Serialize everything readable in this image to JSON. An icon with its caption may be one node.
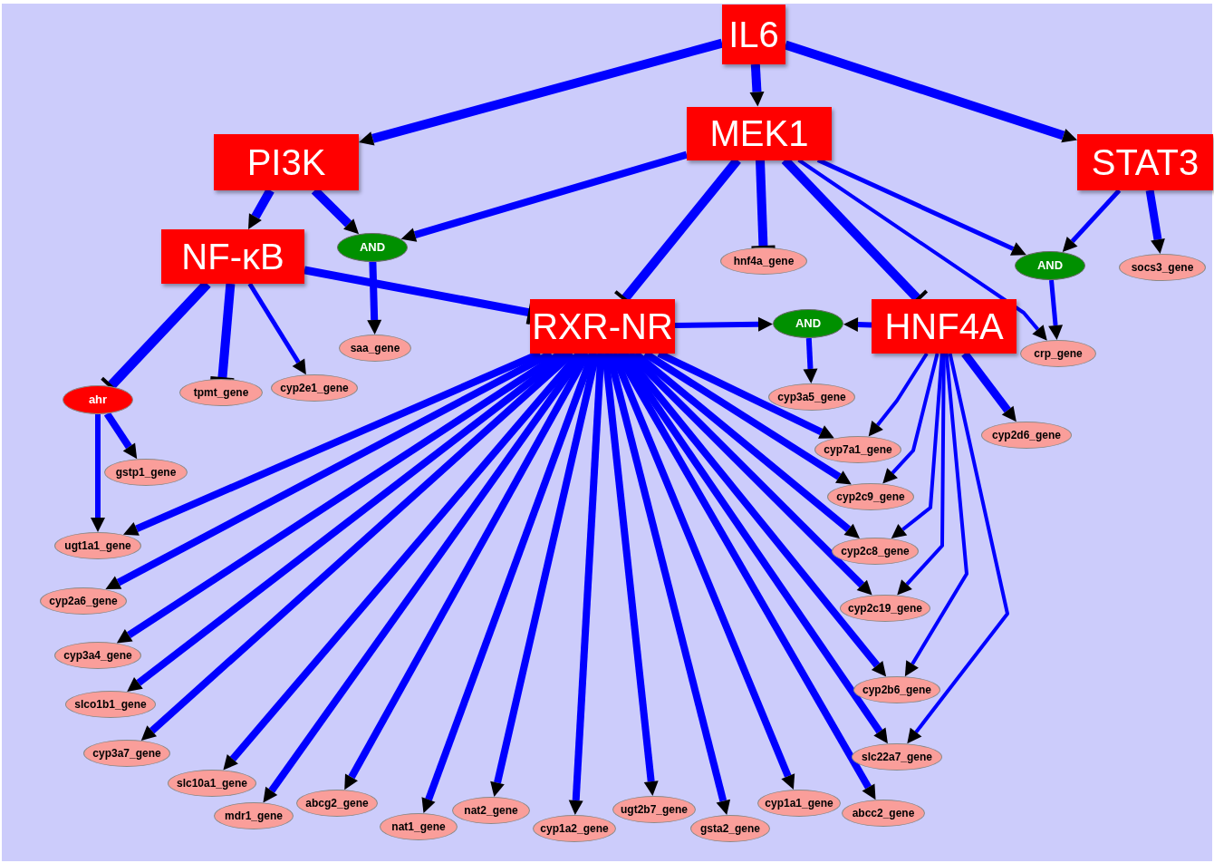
{
  "diagram": {
    "nodes": [
      {
        "text": [
          "IL6"
        ]
      },
      {
        "text": [
          "MEK1"
        ]
      },
      {
        "text": [
          "PI3K"
        ]
      },
      {
        "text": [
          "STAT3"
        ]
      },
      {
        "text": [
          "NF-κB"
        ]
      },
      {
        "text": [
          "AND"
        ]
      },
      {
        "text": [
          "hnf4a_gene"
        ]
      },
      {
        "text": [
          "AND"
        ]
      },
      {
        "text": [
          "socs3_gene"
        ]
      },
      {
        "text": [
          "RXR-NR"
        ]
      },
      {
        "text": [
          "AND"
        ]
      },
      {
        "text": [
          "HNF4A"
        ]
      },
      {
        "text": [
          "saa_gene"
        ]
      },
      {
        "text": [
          "crp_gene"
        ]
      },
      {
        "text": [
          "ahr"
        ]
      },
      {
        "text": [
          "tpmt_gene"
        ]
      },
      {
        "text": [
          "cyp2e1_gene"
        ]
      },
      {
        "text": [
          "cyp3a5_gene"
        ]
      },
      {
        "text": [
          "cyp2d6_gene"
        ]
      },
      {
        "text": [
          "gstp1_gene"
        ]
      },
      {
        "text": [
          "cyp7a1_gene"
        ]
      },
      {
        "text": [
          "cyp2c9_gene"
        ]
      },
      {
        "text": [
          "ugt1a1_gene"
        ]
      },
      {
        "text": [
          "cyp2c8_gene"
        ]
      },
      {
        "text": [
          "cyp2a6_gene"
        ]
      },
      {
        "text": [
          "cyp2c19_gene"
        ]
      },
      {
        "text": [
          "cyp3a4_gene"
        ]
      },
      {
        "text": [
          "slco1b1_gene"
        ]
      },
      {
        "text": [
          "cyp2b6_gene"
        ]
      },
      {
        "text": [
          "cyp3a7_gene"
        ]
      },
      {
        "text": [
          "slc22a7_gene"
        ]
      },
      {
        "text": [
          "slc10a1_gene"
        ]
      },
      {
        "text": [
          "mdr1_gene"
        ]
      },
      {
        "text": [
          "abcg2_gene"
        ]
      },
      {
        "text": [
          "nat1_gene"
        ]
      },
      {
        "text": [
          "nat2_gene"
        ]
      },
      {
        "text": [
          "cyp1a2_gene"
        ]
      },
      {
        "text": [
          "ugt2b7_gene"
        ]
      },
      {
        "text": [
          "gsta2_gene"
        ]
      },
      {
        "text": [
          "cyp1a1_gene"
        ]
      },
      {
        "text": [
          "abcc2_gene"
        ]
      }
    ],
    "edges": [
      {
        "from": 0,
        "to": 2,
        "arrow": "to"
      },
      {
        "from": 0,
        "to": 1,
        "arrow": "to"
      },
      {
        "from": 0,
        "to": 3,
        "arrow": "to"
      },
      {
        "from": 1,
        "to": 5,
        "arrow": "to"
      },
      {
        "from": 1,
        "to": 9,
        "arrow": "other"
      },
      {
        "from": 1,
        "to": 6,
        "arrow": "other"
      },
      {
        "from": 1,
        "to": 11,
        "arrow": "other"
      },
      {
        "from": 1,
        "to": 7,
        "arrow": "to"
      },
      {
        "from": 1,
        "to": 13,
        "arrow": "to"
      },
      {
        "from": 2,
        "to": 4,
        "arrow": "to"
      },
      {
        "from": 2,
        "to": 5,
        "arrow": "to"
      },
      {
        "from": 3,
        "to": 7,
        "arrow": "to"
      },
      {
        "from": 3,
        "to": 8,
        "arrow": "to"
      },
      {
        "from": 4,
        "to": 9,
        "arrow": "other"
      },
      {
        "from": 4,
        "to": 14,
        "arrow": "other"
      },
      {
        "from": 4,
        "to": 15,
        "arrow": "other"
      },
      {
        "from": 4,
        "to": 16,
        "arrow": "to"
      },
      {
        "from": 5,
        "to": 12,
        "arrow": "to"
      },
      {
        "from": 7,
        "to": 13,
        "arrow": "to"
      },
      {
        "from": 9,
        "to": 10,
        "arrow": "to"
      },
      {
        "from": 11,
        "to": 10,
        "arrow": "to"
      },
      {
        "from": 10,
        "to": 17,
        "arrow": "to"
      },
      {
        "from": 11,
        "to": 18,
        "arrow": "to"
      },
      {
        "from": 11,
        "to": 20,
        "arrow": "to"
      },
      {
        "from": 11,
        "to": 21,
        "arrow": "to"
      },
      {
        "from": 11,
        "to": 23,
        "arrow": "to"
      },
      {
        "from": 11,
        "to": 25,
        "arrow": "to"
      },
      {
        "from": 11,
        "to": 28,
        "arrow": "to"
      },
      {
        "from": 11,
        "to": 30,
        "arrow": "to"
      },
      {
        "from": 14,
        "to": 19,
        "arrow": "to"
      },
      {
        "from": 14,
        "to": 22,
        "arrow": "to"
      },
      {
        "from": 9,
        "to": 22,
        "arrow": "to"
      },
      {
        "from": 9,
        "to": 24,
        "arrow": "to"
      },
      {
        "from": 9,
        "to": 26,
        "arrow": "to"
      },
      {
        "from": 9,
        "to": 27,
        "arrow": "to"
      },
      {
        "from": 9,
        "to": 29,
        "arrow": "to"
      },
      {
        "from": 9,
        "to": 31,
        "arrow": "to"
      },
      {
        "from": 9,
        "to": 32,
        "arrow": "to"
      },
      {
        "from": 9,
        "to": 33,
        "arrow": "to"
      },
      {
        "from": 9,
        "to": 34,
        "arrow": "to"
      },
      {
        "from": 9,
        "to": 35,
        "arrow": "to"
      },
      {
        "from": 9,
        "to": 36,
        "arrow": "to"
      },
      {
        "from": 9,
        "to": 37,
        "arrow": "to"
      },
      {
        "from": 9,
        "to": 38,
        "arrow": "to"
      },
      {
        "from": 9,
        "to": 39,
        "arrow": "to"
      },
      {
        "from": 9,
        "to": 40,
        "arrow": "to"
      },
      {
        "from": 9,
        "to": 30,
        "arrow": "to"
      },
      {
        "from": 9,
        "to": 28,
        "arrow": "to"
      },
      {
        "from": 9,
        "to": 25,
        "arrow": "to"
      },
      {
        "from": 9,
        "to": 23,
        "arrow": "to"
      },
      {
        "from": 9,
        "to": 21,
        "arrow": "to"
      },
      {
        "from": 9,
        "to": 20,
        "arrow": "to"
      }
    ]
  }
}
